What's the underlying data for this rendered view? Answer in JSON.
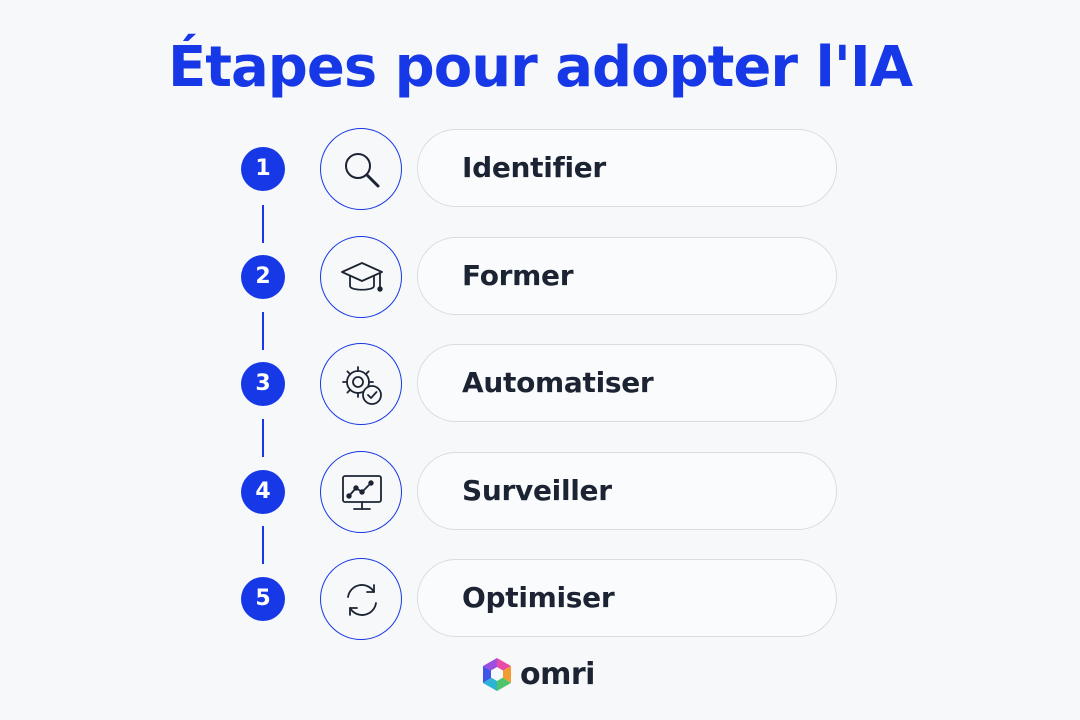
{
  "title": "Étapes pour adopter l'IA",
  "steps": [
    {
      "number": "1",
      "label": "Identifier",
      "icon": "magnifier-icon"
    },
    {
      "number": "2",
      "label": "Former",
      "icon": "graduation-cap-icon"
    },
    {
      "number": "3",
      "label": "Automatiser",
      "icon": "gear-check-icon"
    },
    {
      "number": "4",
      "label": "Surveiller",
      "icon": "monitor-chart-icon"
    },
    {
      "number": "5",
      "label": "Optimiser",
      "icon": "refresh-icon"
    }
  ],
  "brand": {
    "name": "omri",
    "logo": "omri-logo"
  },
  "colors": {
    "accent": "#1638e6",
    "text": "#1c2434",
    "card_border": "#d9dce2",
    "background": "#f7f8f9"
  }
}
